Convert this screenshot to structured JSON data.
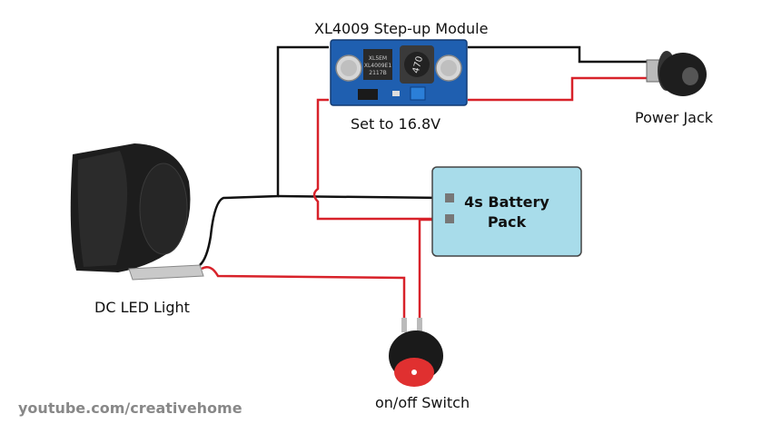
{
  "diagram": {
    "module": {
      "title": "XL4009 Step-up Module",
      "setting": "Set to 16.8V",
      "chip_text": [
        "XL5EM",
        "XL4009E1",
        "2117B"
      ],
      "inductor_text": "470"
    },
    "power_jack": {
      "label": "Power Jack"
    },
    "battery": {
      "line1": "4s Battery",
      "line2": "Pack"
    },
    "led_light": {
      "label": "DC LED Light"
    },
    "switch": {
      "label": "on/off Switch"
    },
    "watermark": "youtube.com/creativehome"
  },
  "colors": {
    "wire_red": "#d8222a",
    "wire_black": "#111111",
    "battery_fill": "#a8dcea",
    "battery_border": "#444444",
    "pcb_blue": "#1f5fb0",
    "rocker_red": "#e03030"
  }
}
